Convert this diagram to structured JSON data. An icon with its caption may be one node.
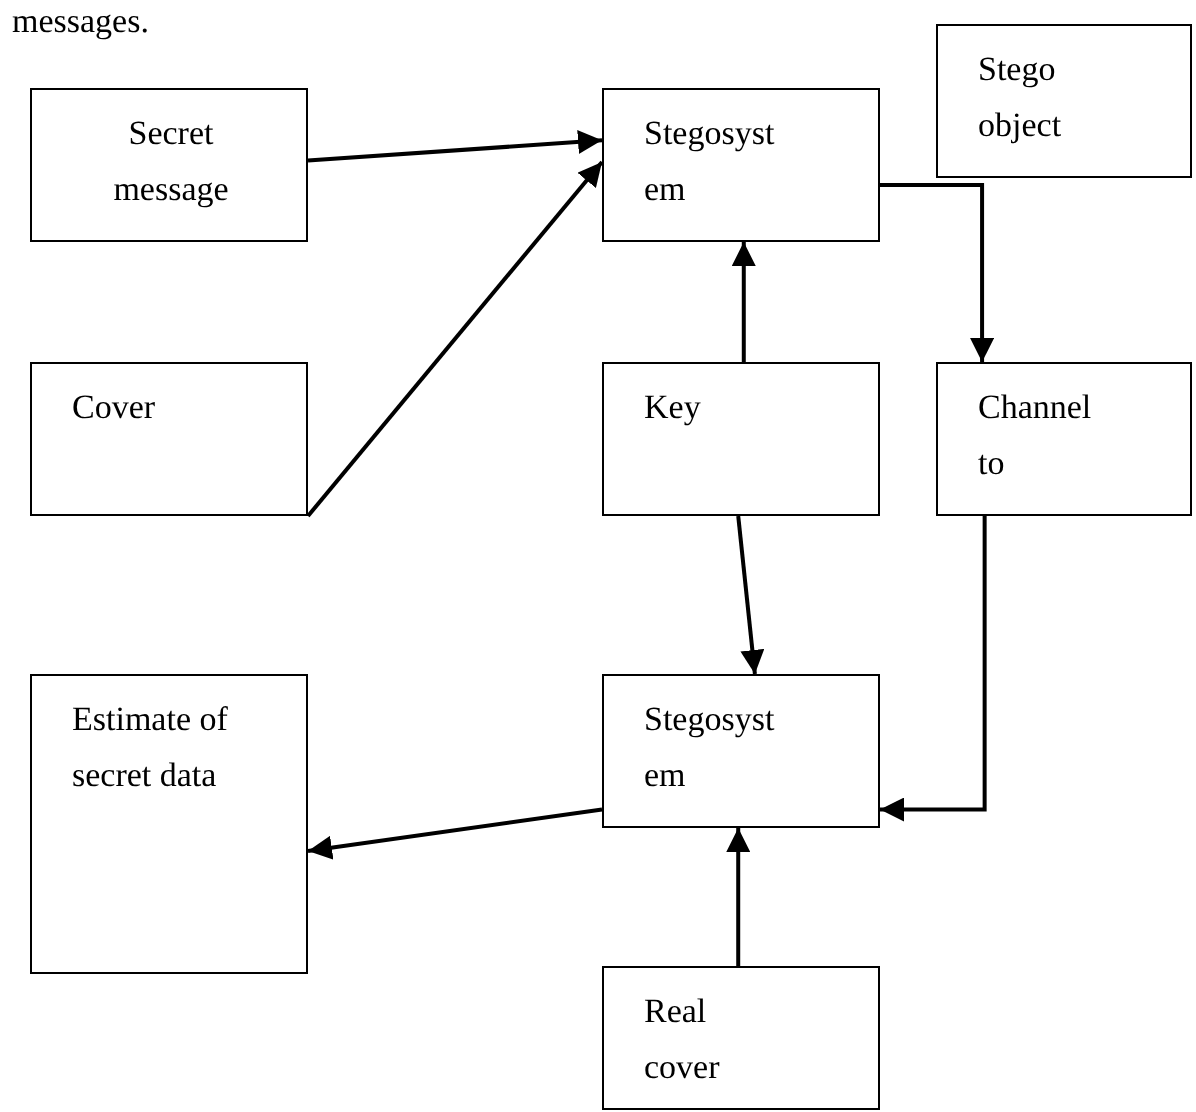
{
  "diagram": {
    "nodes": [
      {
        "text": [
          "Secret message"
        ]
      },
      {
        "text": [
          "Stegosyst em"
        ]
      },
      {
        "text": [
          "Stego object"
        ]
      },
      {
        "text": [
          "Cover"
        ]
      },
      {
        "text": [
          "Key"
        ]
      },
      {
        "text": [
          "Channel to"
        ]
      },
      {
        "text": [
          "Estimate of secret data"
        ]
      },
      {
        "text": [
          "Stegosyst em"
        ]
      },
      {
        "text": [
          "Real cover"
        ]
      }
    ],
    "edges": [
      {
        "from": 0,
        "to": 1,
        "arrow": "to"
      },
      {
        "from": 3,
        "to": 1,
        "arrow": "to"
      },
      {
        "from": 4,
        "to": 1,
        "arrow": "to"
      },
      {
        "from": 1,
        "to": 5,
        "arrow": "to"
      },
      {
        "from": 4,
        "to": 7,
        "arrow": "to"
      },
      {
        "from": 5,
        "to": 7,
        "arrow": "to"
      },
      {
        "from": 7,
        "to": 6,
        "arrow": "to"
      },
      {
        "from": 8,
        "to": 7,
        "arrow": "to"
      }
    ],
    "labels": [
      "messages."
    ]
  }
}
